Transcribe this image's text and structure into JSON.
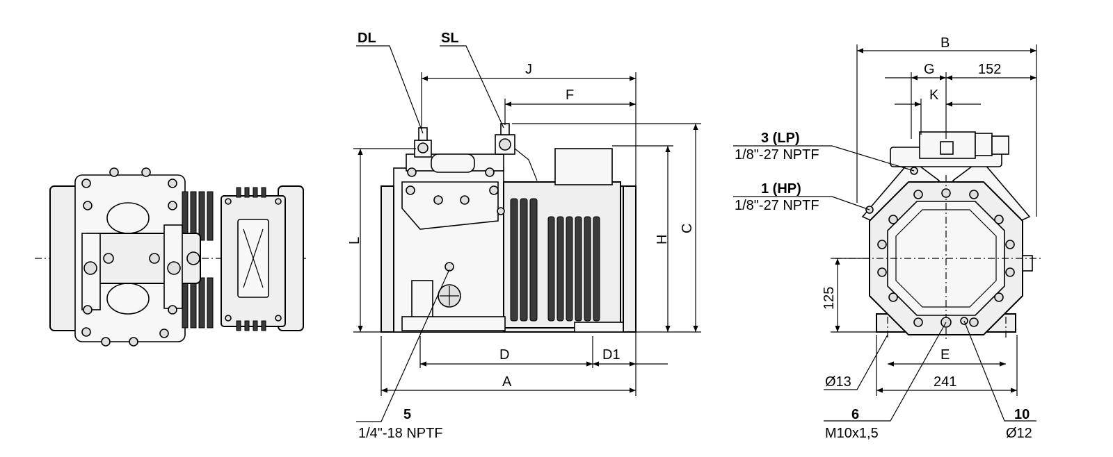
{
  "labels": {
    "DL": "DL",
    "SL": "SL",
    "J": "J",
    "F": "F",
    "L": "L",
    "H": "H",
    "C": "C",
    "D": "D",
    "D1": "D1",
    "A": "A",
    "B": "B",
    "G": "G",
    "K": "K",
    "E": "E",
    "dim152": "152",
    "dim125": "125",
    "dim241": "241",
    "dia13": "Ø13"
  },
  "callouts": {
    "c5_num": "5",
    "c5_desc": "1/4\"-18 NPTF",
    "c3_num": "3 (LP)",
    "c3_desc": "1/8\"-27 NPTF",
    "c1_num": "1 (HP)",
    "c1_desc": "1/8\"-27 NPTF",
    "c6_num": "6",
    "c6_desc": "M10x1,5",
    "c10_num": "10",
    "c10_desc": "Ø12"
  }
}
